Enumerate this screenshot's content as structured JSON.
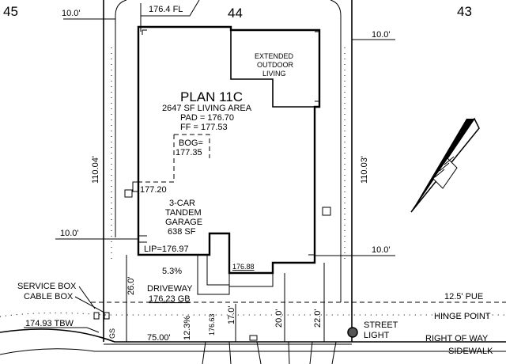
{
  "lots": {
    "left": "45",
    "center": "44",
    "right": "43"
  },
  "plan": {
    "name": "PLAN 11C",
    "living_area": "2647 SF LIVING AREA",
    "pad": "PAD = 176.70",
    "ff": "FF = 177.53"
  },
  "extended_outdoor": {
    "line1": "EXTENDED",
    "line2": "OUTDOOR",
    "line3": "LIVING"
  },
  "bog": {
    "line1": "BOG=",
    "line2": "177.35"
  },
  "garage": {
    "line1": "3-CAR",
    "line2": "TANDEM",
    "line3": "GARAGE",
    "line4": "638 SF"
  },
  "elevations": {
    "fl_top": "176.4 FL",
    "el_177_20": "177.20",
    "lip": "LIP=176.97",
    "el_176_88": "176.88",
    "gb": "176.23 GB",
    "tbw": "174.93 TBW",
    "el_176_63": "176.63"
  },
  "driveway": {
    "label": "DRIVEWAY",
    "slope": "5.3%",
    "slope2": "12.3%"
  },
  "dimensions": {
    "setback_top_left": "10.0'",
    "setback_top_right": "10.0'",
    "setback_mid_left": "10.0'",
    "setback_mid_right": "10.0'",
    "depth_left": "110.04'",
    "depth_right": "110.03'",
    "front_26": "26.0'",
    "front_17": "17.0'",
    "front_20": "20.0'",
    "front_22": "22.0'",
    "width_75": "75.00'"
  },
  "utilities": {
    "service_box": "SERVICE BOX",
    "cable_box": "CABLE BOX",
    "gs": "GS",
    "street_light_1": "STREET",
    "street_light_2": "LIGHT"
  },
  "street": {
    "pue": "12.5' PUE",
    "street_name": "HINGE POINT",
    "row": "RIGHT OF WAY",
    "sidewalk": "SIDEWALK"
  },
  "colors": {
    "ink": "#000000",
    "background": "#ffffff",
    "light_fill": "#555555"
  }
}
